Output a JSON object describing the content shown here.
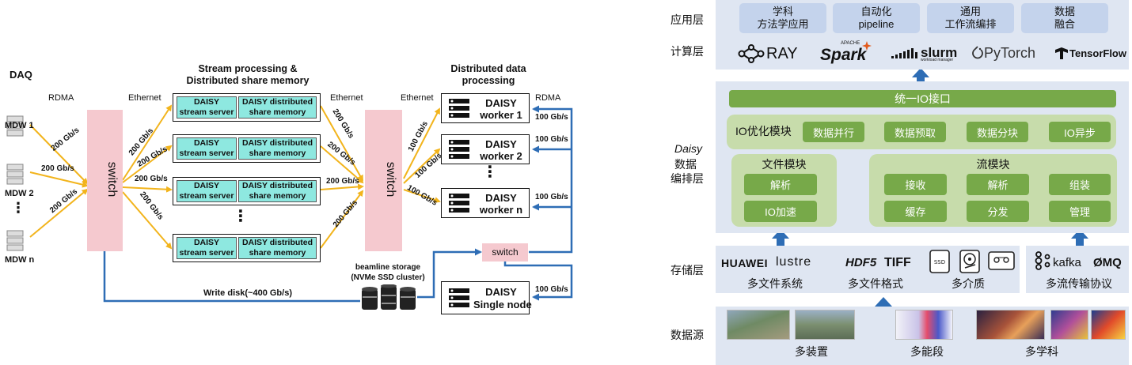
{
  "left": {
    "daq_label": "DAQ",
    "rdma_left": "RDMA",
    "ethernet_left": "Ethernet",
    "ethernet_mid": "Ethernet",
    "ethernet_right": "Ethernet",
    "rdma_right": "RDMA",
    "stream_title_line1": "Stream processing &",
    "stream_title_line2": "Distributed share memory",
    "dist_title_line1": "Distributed data",
    "dist_title_line2": "processing",
    "mdw": [
      "MDW 1",
      "MDW 2",
      "MDW n"
    ],
    "switch_label": "switch",
    "switch_small": "switch",
    "rate_200": "200 Gb/s",
    "rate_100": "100 Gb/s",
    "stream_server": "DAISY\nstream server",
    "dist_share_memory": "DAISY distributed\nshare memory",
    "workers": [
      "DAISY\nworker 1",
      "DAISY\nworker 2",
      "DAISY\nworker n"
    ],
    "single_node": "DAISY\nSingle node",
    "storage_line1": "beamline storage",
    "storage_line2": "(NVMe SSD cluster)",
    "write_disk": "Write disk(~400 Gb/s)",
    "vdots": "⋮"
  },
  "right": {
    "rows": {
      "app": "应用层",
      "compute": "计算层",
      "daisy_italic": "Daisy",
      "daisy_l2": "数据",
      "daisy_l3": "编排层",
      "storage": "存储层",
      "source": "数据源"
    },
    "apps": [
      {
        "l1": "学科",
        "l2": "方法学应用"
      },
      {
        "l1": "自动化",
        "l2": "pipeline"
      },
      {
        "l1": "通用",
        "l2": "工作流编排"
      },
      {
        "l1": "数据",
        "l2": "融合"
      }
    ],
    "compute_logos": [
      "RAY",
      "Spark",
      "slurm",
      "PyTorch",
      "TensorFlow"
    ],
    "spark_small": "APACHE",
    "slurm_small": "workload manager",
    "unified_io": "统一IO接口",
    "io_module": "IO优化模块",
    "io_items": [
      "数据并行",
      "数据预取",
      "数据分块",
      "IO异步"
    ],
    "file_module": "文件模块",
    "file_items": [
      "解析",
      "IO加速"
    ],
    "stream_module": "流模块",
    "stream_items": [
      "接收",
      "解析",
      "组装",
      "缓存",
      "分发",
      "管理"
    ],
    "storage_logos": [
      "HUAWEI",
      "lustre",
      "HDF5",
      "TIFF",
      "kafka",
      "ØMQ"
    ],
    "ssd_label": "SSD",
    "storage_captions": [
      "多文件系统",
      "多文件格式",
      "多介质",
      "多流传输协议"
    ],
    "source_captions": [
      "多装置",
      "多能段",
      "多学科"
    ]
  },
  "colors": {
    "yellow_arrow": "#f2b41c",
    "blue_line": "#2e6db5",
    "switch_pink": "#f5c9cf",
    "cyan_box": "#8ee8e0",
    "band_blue": "#dfe6f2",
    "app_box": "#c4d3ec",
    "green_panel": "#c7dcab",
    "green_button": "#77a949"
  }
}
